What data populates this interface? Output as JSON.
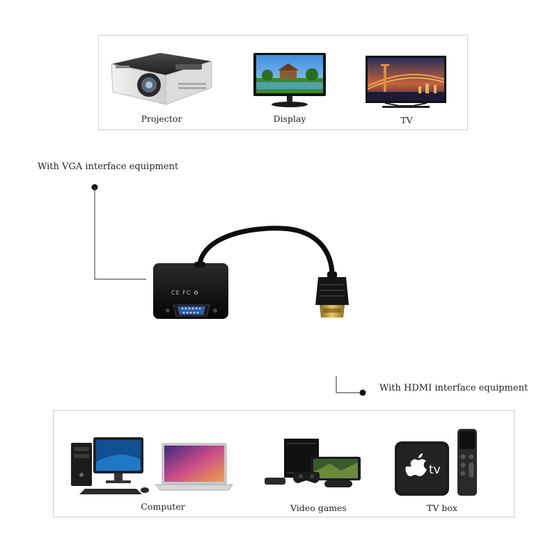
{
  "top_devices": [
    {
      "label": "Projector"
    },
    {
      "label": "Display"
    },
    {
      "label": "TV"
    }
  ],
  "bottom_devices": [
    {
      "label": "Computer"
    },
    {
      "label": "Video games"
    },
    {
      "label": "TV box"
    }
  ],
  "vga_label": "With VGA interface equipment",
  "hdmi_label": "With HDMI interface equipment",
  "adapter": {
    "marks": "CE FC ♻"
  },
  "colors": {
    "panel_border": "#cfcfcf",
    "cable": "#0e0e0e",
    "connector_gold": "#c9a43a",
    "vga_port_blue": "#2f5fa8"
  }
}
